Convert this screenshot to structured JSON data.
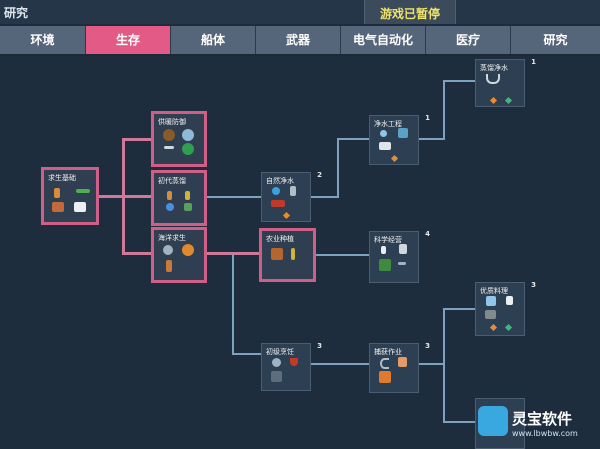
{
  "window": {
    "title": "研究",
    "paused_label": "游戏已暂停"
  },
  "tabs": [
    {
      "label": "环境",
      "active": false
    },
    {
      "label": "生存",
      "active": true
    },
    {
      "label": "船体",
      "active": false
    },
    {
      "label": "武器",
      "active": false
    },
    {
      "label": "电气自动化",
      "active": false
    },
    {
      "label": "医疗",
      "active": false
    },
    {
      "label": "研究",
      "active": false
    }
  ],
  "nodes": {
    "survival_basics": {
      "title": "求生基础",
      "unlocked": true
    },
    "shelter": {
      "title": "供暖防御",
      "unlocked": true
    },
    "primitive_cooking": {
      "title": "初代蒸馏",
      "unlocked": true
    },
    "ocean_survival": {
      "title": "海洋求生",
      "unlocked": true
    },
    "natural_purify": {
      "title": "自然净水",
      "cost": "2"
    },
    "farming": {
      "title": "农业种植",
      "unlocked": true
    },
    "water_engineering": {
      "title": "净水工程",
      "cost": "1"
    },
    "steam_purify": {
      "title": "蒸馏净水",
      "cost": "1"
    },
    "science_farming": {
      "title": "科学经营",
      "cost": "4"
    },
    "basic_cooking": {
      "title": "初级烹饪",
      "cost": "3"
    },
    "fishing": {
      "title": "捕获作业",
      "cost": "3"
    },
    "fine_cooking": {
      "title": "优质料理",
      "cost": "3"
    },
    "advanced": {
      "title": "",
      "cost": ""
    }
  },
  "colors": {
    "tab_active": "#e35a86",
    "paused_text": "#f0e36a",
    "unlocked_border": "#cf5f86"
  },
  "watermark": {
    "brand": "灵宝软件",
    "url": "www.lbwbw.com"
  }
}
